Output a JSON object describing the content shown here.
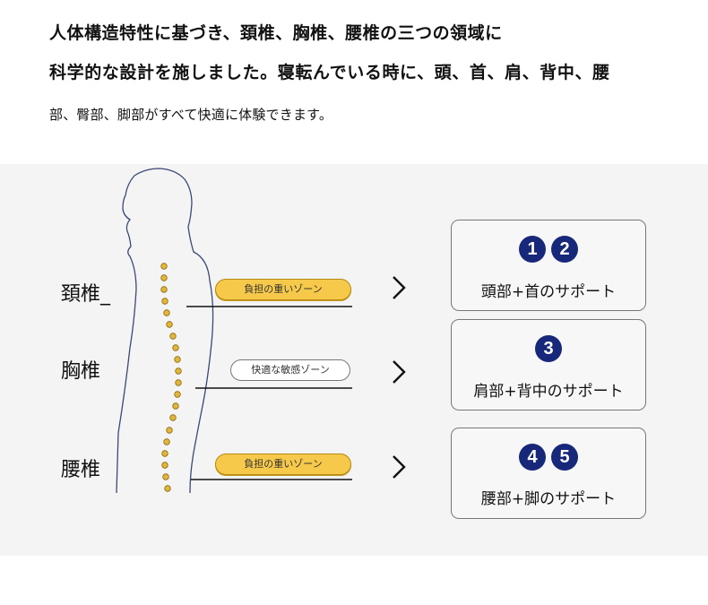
{
  "intro": {
    "line1": "人体構造特性に基づき、頚椎、胸椎、腰椎の三つの領域に",
    "line2": "科学的な設計を施しました。寝転んでいる時に、頭、首、肩、背中、腰",
    "line3": "部、臀部、脚部がすべて快適に体験できます。"
  },
  "diagram": {
    "labels": {
      "cervical": "頚椎_",
      "thoracic": "胸椎",
      "lumbar": "腰椎"
    },
    "zones": {
      "upper": "負担の重いゾーン",
      "middle": "快適な敏感ゾーン",
      "lower": "負担の重いゾーン"
    },
    "cards": [
      {
        "badges": [
          "1",
          "2"
        ],
        "text": "頭部+首のサポート"
      },
      {
        "badges": [
          "3"
        ],
        "text": "肩部+背中のサポート"
      },
      {
        "badges": [
          "4",
          "5"
        ],
        "text": "腰部+脚のサポート"
      }
    ],
    "colors": {
      "badge": "#17287a",
      "heavy_zone": "#f6c94a",
      "vertebra": "#e2b53b",
      "panel": "#f4f4f4"
    }
  }
}
